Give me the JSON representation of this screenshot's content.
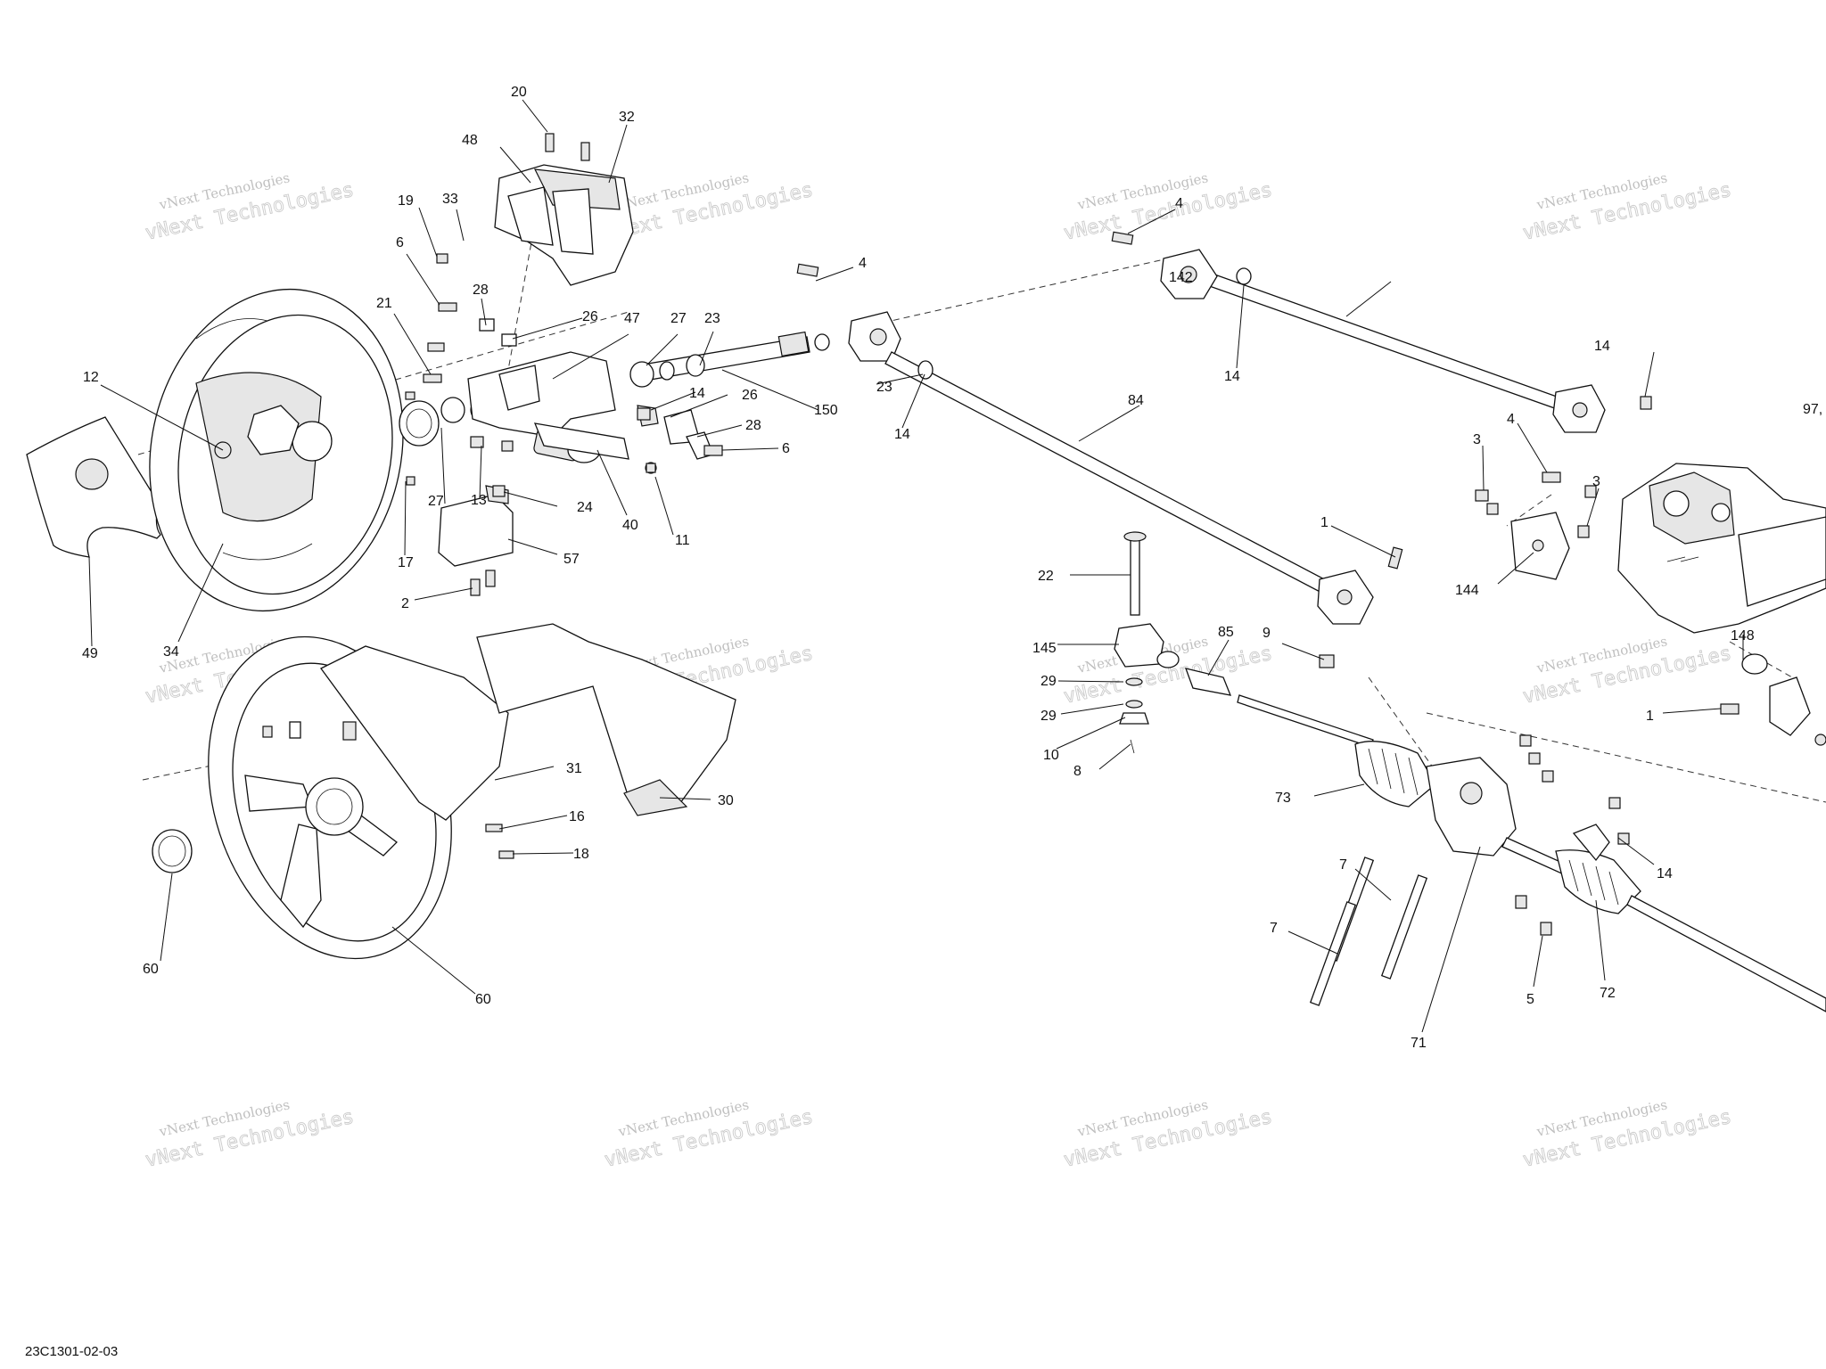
{
  "diagram": {
    "document_code": "23C1301-02-03",
    "watermark": {
      "line1": "vNext Technologies",
      "line2": "vNext Technologies"
    },
    "callouts": [
      "20",
      "32",
      "48",
      "19",
      "33",
      "6",
      "28",
      "26",
      "21",
      "47",
      "27",
      "23",
      "12",
      "14",
      "150",
      "26",
      "28",
      "6",
      "27",
      "13",
      "24",
      "40",
      "11",
      "17",
      "57",
      "2",
      "49",
      "34",
      "4",
      "142",
      "14",
      "4",
      "23",
      "14",
      "84",
      "14",
      "97,",
      "4",
      "3",
      "3",
      "144",
      "1",
      "22",
      "145",
      "29",
      "29",
      "10",
      "8",
      "85",
      "9",
      "148",
      "1",
      "73",
      "7",
      "7",
      "14",
      "5",
      "72",
      "71",
      "31",
      "16",
      "18",
      "30",
      "60",
      "60"
    ]
  }
}
